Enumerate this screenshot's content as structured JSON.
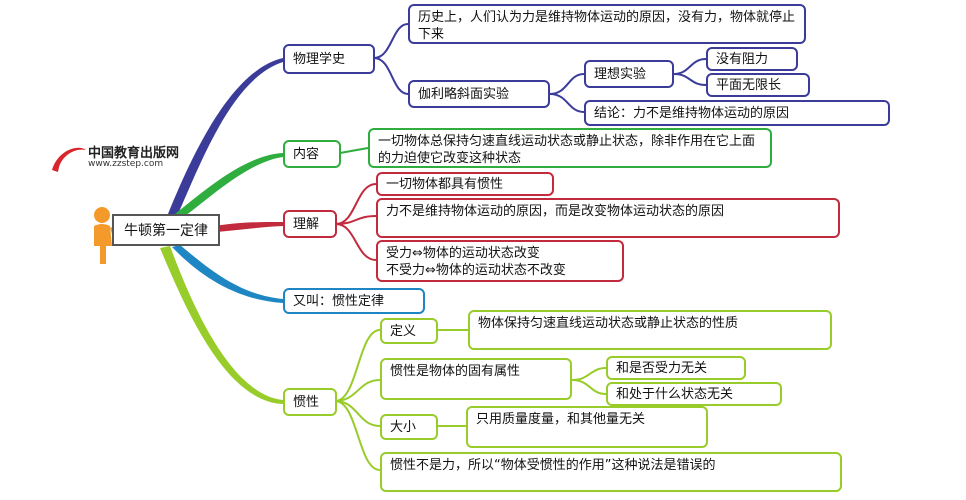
{
  "root": "牛顿第一定律",
  "logo": {
    "text": "中国教育出版网",
    "url": "www.zzstep.com"
  },
  "branches": {
    "history": {
      "label": "物理学史",
      "ancient": "历史上，人们认为力是维持物体运动的原因，没有力，物体就停止下来",
      "galileo": "伽利略斜面实验",
      "ideal": "理想实验",
      "ideal_a": "没有阻力",
      "ideal_b": "平面无限长",
      "conclusion": "结论：力不是维持物体运动的原因"
    },
    "content": {
      "label": "内容",
      "text": "一切物体总保持匀速直线运动状态或静止状态，除非作用在它上面的力迫使它改变这种状态"
    },
    "understanding": {
      "label": "理解",
      "item1": "一切物体都具有惯性",
      "item2": "力不是维持物体运动的原因，而是改变物体运动状态的原因",
      "item3_line1": "受力⇔物体的运动状态改变",
      "item3_line2": "不受力⇔物体的运动状态不改变"
    },
    "alias": {
      "label": "又叫：惯性定律"
    },
    "inertia": {
      "label": "惯性",
      "def_label": "定义",
      "def_text": "物体保持匀速直线运动状态或静止状态的性质",
      "prop_label": "惯性是物体的固有属性",
      "prop_a": "和是否受力无关",
      "prop_b": "和处于什么状态无关",
      "size_label": "大小",
      "size_text": "只用质量度量，和其他量无关",
      "note": "惯性不是力，所以“物体受惯性的作用”这种说法是错误的"
    }
  },
  "colors": {
    "history": "#3b3b9a",
    "content": "#2fae3f",
    "understanding": "#c22a3d",
    "alias": "#1f86c4",
    "inertia": "#98cc2a"
  }
}
